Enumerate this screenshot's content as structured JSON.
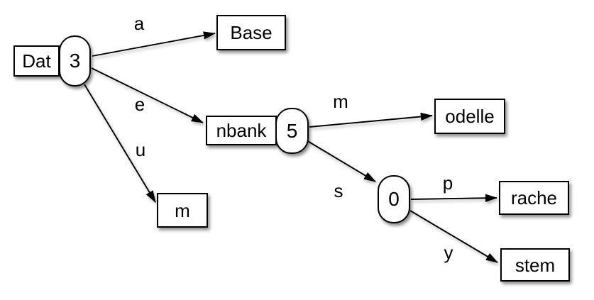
{
  "diagram": {
    "type": "trie",
    "background": "#ffffff",
    "stroke_color": "#000000",
    "node_fill": "#ffffff",
    "nodes": [
      {
        "id": "dat",
        "shape": "rect",
        "label": "Dat"
      },
      {
        "id": "dat-count",
        "shape": "oval",
        "label": "3"
      },
      {
        "id": "base",
        "shape": "rect",
        "label": "Base"
      },
      {
        "id": "nbank",
        "shape": "rect",
        "label": "nbank"
      },
      {
        "id": "nbank-count",
        "shape": "oval",
        "label": "5"
      },
      {
        "id": "m",
        "shape": "rect",
        "label": "m"
      },
      {
        "id": "odelle",
        "shape": "rect",
        "label": "odelle"
      },
      {
        "id": "zero-count",
        "shape": "oval",
        "label": "0"
      },
      {
        "id": "rache",
        "shape": "rect",
        "label": "rache"
      },
      {
        "id": "stem",
        "shape": "rect",
        "label": "stem"
      }
    ],
    "edges": [
      {
        "label": "a",
        "from": "Dat 3",
        "to": "Base"
      },
      {
        "label": "e",
        "from": "Dat 3",
        "to": "nbank 5"
      },
      {
        "label": "u",
        "from": "Dat 3",
        "to": "m"
      },
      {
        "label": "m",
        "from": "nbank 5",
        "to": "odelle"
      },
      {
        "label": "s",
        "from": "nbank 5",
        "to": "0"
      },
      {
        "label": "p",
        "from": "0",
        "to": "rache"
      },
      {
        "label": "y",
        "from": "0",
        "to": "stem"
      }
    ]
  }
}
